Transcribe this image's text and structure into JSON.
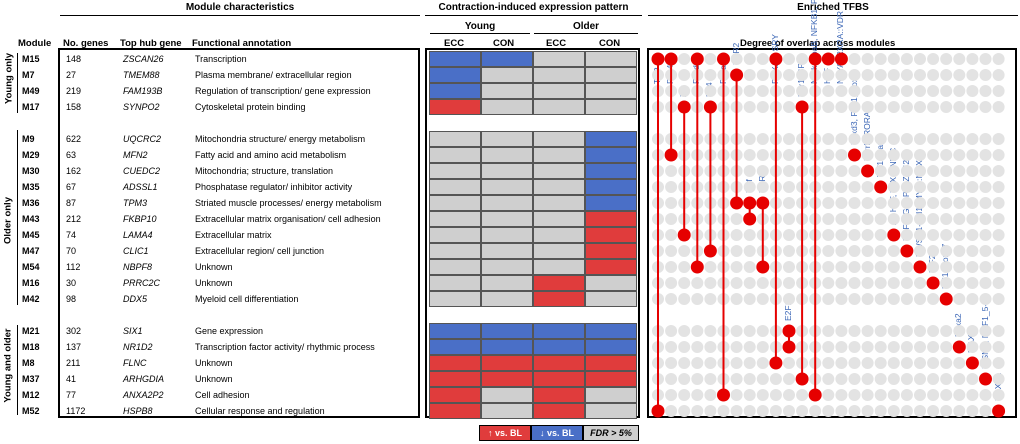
{
  "headers": {
    "module_characteristics": "Module characteristics",
    "contraction_pattern": "Contraction-induced expression pattern",
    "enriched_tfbs": "Enriched TFBS",
    "young": "Young",
    "older": "Older",
    "degree_overlap": "Degree of overlap across modules"
  },
  "columns": {
    "module": "Module",
    "genes": "No. genes",
    "hub": "Top hub gene",
    "func": "Functional annotation",
    "ecc1": "ECC",
    "con1": "CON",
    "ecc2": "ECC",
    "con2": "CON"
  },
  "groups": [
    "Young only",
    "Older only",
    "Young and older"
  ],
  "colors": {
    "up": "#e03c3c",
    "down": "#4a6fc7",
    "ns": "#cfcfcf",
    "dot": "#e60000",
    "empty_dot": "#e3e3e3"
  },
  "rows": [
    {
      "module": "M15",
      "genes": "148",
      "hub": "ZSCAN26",
      "func": "Transcription",
      "pattern": [
        "down",
        "down",
        "ns",
        "ns"
      ]
    },
    {
      "module": "M7",
      "genes": "27",
      "hub": "TMEM88",
      "func": "Plasma membrane/ extracellular region",
      "pattern": [
        "down",
        "ns",
        "ns",
        "ns"
      ]
    },
    {
      "module": "M49",
      "genes": "219",
      "hub": "FAM193B",
      "func": "Regulation of transcription/ gene expression",
      "pattern": [
        "down",
        "ns",
        "ns",
        "ns"
      ]
    },
    {
      "module": "M17",
      "genes": "158",
      "hub": "SYNPO2",
      "func": "Cytoskeletal protein binding",
      "pattern": [
        "up",
        "ns",
        "ns",
        "ns"
      ]
    },
    {
      "module": "M9",
      "genes": "622",
      "hub": "UQCRC2",
      "func": "Mitochondria structure/ energy metabolism",
      "pattern": [
        "ns",
        "ns",
        "ns",
        "down"
      ]
    },
    {
      "module": "M29",
      "genes": "63",
      "hub": "MFN2",
      "func": "Fatty acid and amino acid metabolism",
      "pattern": [
        "ns",
        "ns",
        "ns",
        "down"
      ]
    },
    {
      "module": "M30",
      "genes": "162",
      "hub": "CUEDC2",
      "func": "Mitochondria; structure, translation",
      "pattern": [
        "ns",
        "ns",
        "ns",
        "down"
      ]
    },
    {
      "module": "M35",
      "genes": "67",
      "hub": "ADSSL1",
      "func": "Phosphatase regulator/ inhibitor activity",
      "pattern": [
        "ns",
        "ns",
        "ns",
        "down"
      ]
    },
    {
      "module": "M36",
      "genes": "87",
      "hub": "TPM3",
      "func": "Striated muscle processes/ energy metabolism",
      "pattern": [
        "ns",
        "ns",
        "ns",
        "down"
      ]
    },
    {
      "module": "M43",
      "genes": "212",
      "hub": "FKBP10",
      "func": "Extracellular matrix organisation/ cell adhesion",
      "pattern": [
        "ns",
        "ns",
        "ns",
        "up"
      ]
    },
    {
      "module": "M45",
      "genes": "74",
      "hub": "LAMA4",
      "func": "Extracellular matrix",
      "pattern": [
        "ns",
        "ns",
        "ns",
        "up"
      ]
    },
    {
      "module": "M47",
      "genes": "70",
      "hub": "CLIC1",
      "func": "Extracellular region/ cell junction",
      "pattern": [
        "ns",
        "ns",
        "ns",
        "up"
      ]
    },
    {
      "module": "M54",
      "genes": "112",
      "hub": "NBPF8",
      "func": "Unknown",
      "pattern": [
        "ns",
        "ns",
        "ns",
        "up"
      ]
    },
    {
      "module": "M16",
      "genes": "30",
      "hub": "PRRC2C",
      "func": "Unknown",
      "pattern": [
        "ns",
        "ns",
        "up",
        "ns"
      ]
    },
    {
      "module": "M42",
      "genes": "98",
      "hub": "DDX5",
      "func": "Myeloid cell differentiation",
      "pattern": [
        "ns",
        "ns",
        "up",
        "ns"
      ]
    },
    {
      "module": "M21",
      "genes": "302",
      "hub": "SIX1",
      "func": "Gene expression",
      "pattern": [
        "down",
        "down",
        "down",
        "down"
      ]
    },
    {
      "module": "M18",
      "genes": "137",
      "hub": "NR1D2",
      "func": "Transcription factor activity/ rhythmic process",
      "pattern": [
        "down",
        "down",
        "down",
        "down"
      ]
    },
    {
      "module": "M8",
      "genes": "211",
      "hub": "FLNC",
      "func": "Unknown",
      "pattern": [
        "up",
        "up",
        "up",
        "up"
      ]
    },
    {
      "module": "M37",
      "genes": "41",
      "hub": "ARHGDIA",
      "func": "Unknown",
      "pattern": [
        "up",
        "up",
        "up",
        "up"
      ]
    },
    {
      "module": "M12",
      "genes": "77",
      "hub": "ANXA2P2",
      "func": "Cell adhesion",
      "pattern": [
        "up",
        "ns",
        "up",
        "ns"
      ]
    },
    {
      "module": "M52",
      "genes": "1172",
      "hub": "HSPB8",
      "func": "Cellular response and regulation",
      "pattern": [
        "up",
        "ns",
        "up",
        "ns"
      ]
    }
  ],
  "legend": {
    "up": "↑ vs. BL",
    "down": "↓ vs. BL",
    "ns": "FDR > 5%"
  },
  "tfbs": [
    "TBP",
    "Pax4",
    "Zfx",
    "Foxd3",
    "Klf4",
    "Foxa1",
    "ESR2",
    "Myf",
    "ESR1",
    "FOXA1, SRY",
    "E2F1",
    "Egr1, SP1",
    "NF-kappaB, NFKB1, PPARG::RXRA, REL",
    "HLF",
    "NFYA, RXRA::VDR",
    "Foxd3, Pdx1, Sox3",
    "Esrrb, RORA_1",
    "Taf1::Gata1",
    "Ar, HLF, TLX1::NFIC",
    "EBF1, GABPA, Zfp423",
    "EWSR1-FLI1, MYC::MAX",
    "IRF2",
    "Evi1, Sox17",
    "Foxa2",
    "MAX",
    "INSM1, MZF1_5-13",
    "FOXD1"
  ],
  "links": [
    {
      "col": 0,
      "rows": [
        0,
        20
      ]
    },
    {
      "col": 1,
      "rows": [
        0,
        5
      ]
    },
    {
      "col": 2,
      "rows": [
        3,
        10
      ]
    },
    {
      "col": 3,
      "rows": [
        0,
        12
      ]
    },
    {
      "col": 4,
      "rows": [
        3,
        11
      ]
    },
    {
      "col": 5,
      "rows": [
        0,
        19
      ]
    },
    {
      "col": 6,
      "rows": [
        1,
        8
      ]
    },
    {
      "col": 7,
      "rows": [
        8,
        9
      ]
    },
    {
      "col": 8,
      "rows": [
        8,
        12
      ]
    },
    {
      "col": 9,
      "rows": [
        0,
        17
      ]
    },
    {
      "col": 10,
      "rows": [
        15,
        16
      ]
    },
    {
      "col": 11,
      "rows": [
        3,
        18
      ]
    },
    {
      "col": 12,
      "rows": [
        0,
        19
      ]
    },
    {
      "col": 13,
      "rows": [
        0
      ]
    },
    {
      "col": 14,
      "rows": [
        0
      ]
    },
    {
      "col": 15,
      "rows": [
        5
      ]
    },
    {
      "col": 16,
      "rows": [
        6
      ]
    },
    {
      "col": 17,
      "rows": [
        7
      ]
    },
    {
      "col": 18,
      "rows": [
        10
      ]
    },
    {
      "col": 19,
      "rows": [
        11
      ]
    },
    {
      "col": 20,
      "rows": [
        12
      ]
    },
    {
      "col": 21,
      "rows": [
        13
      ]
    },
    {
      "col": 22,
      "rows": [
        14
      ]
    },
    {
      "col": 23,
      "rows": [
        16
      ]
    },
    {
      "col": 24,
      "rows": [
        17
      ]
    },
    {
      "col": 25,
      "rows": [
        18
      ]
    },
    {
      "col": 26,
      "rows": [
        20
      ]
    }
  ]
}
